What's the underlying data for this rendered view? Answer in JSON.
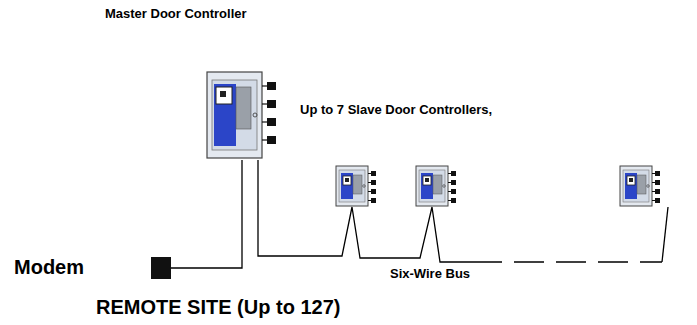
{
  "diagram": {
    "nodes": [
      {
        "text": [
          "Master Door Controller"
        ]
      },
      {
        "text": [
          "Modem"
        ]
      }
    ],
    "edges": [
      {
        "from": 1,
        "to": 0,
        "arrow": "none"
      }
    ],
    "labels": [
      "Up to 7 Slave Door Controllers,",
      "Six-Wire Bus",
      "REMOTE SITE (Up to 127)"
    ]
  }
}
